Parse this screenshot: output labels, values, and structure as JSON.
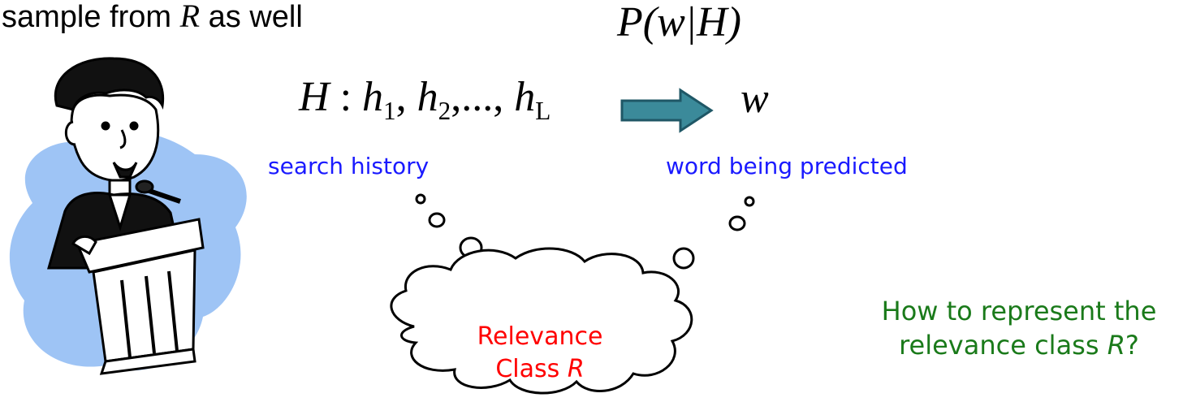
{
  "title": {
    "prefix": "sample from",
    "var": "R",
    "suffix": "as well"
  },
  "formula_p": "P(w|H)",
  "history_seq": {
    "H": "H",
    "colon": " : ",
    "h": "h",
    "subs": [
      "1",
      "2",
      "L"
    ]
  },
  "word_var": "w",
  "labels": {
    "history": "search history",
    "predicted": "word being predicted"
  },
  "cloud": {
    "line1": "Relevance",
    "line2_prefix": "Class",
    "line2_var": "R"
  },
  "question": {
    "line1": "How to represent the",
    "line2_prefix": "relevance class",
    "line2_var": "R",
    "line2_suffix": "?"
  },
  "colors": {
    "arrow_fill": "#3b8a9a",
    "arrow_stroke": "#1f5766",
    "label_blue": "#1a1aff",
    "cloud_red": "#ff0000",
    "question_green": "#1a7a1a",
    "backdrop_blue": "#9ec4f5"
  },
  "icons": [
    "speaker-clipart",
    "right-arrow-icon",
    "thought-cloud"
  ]
}
